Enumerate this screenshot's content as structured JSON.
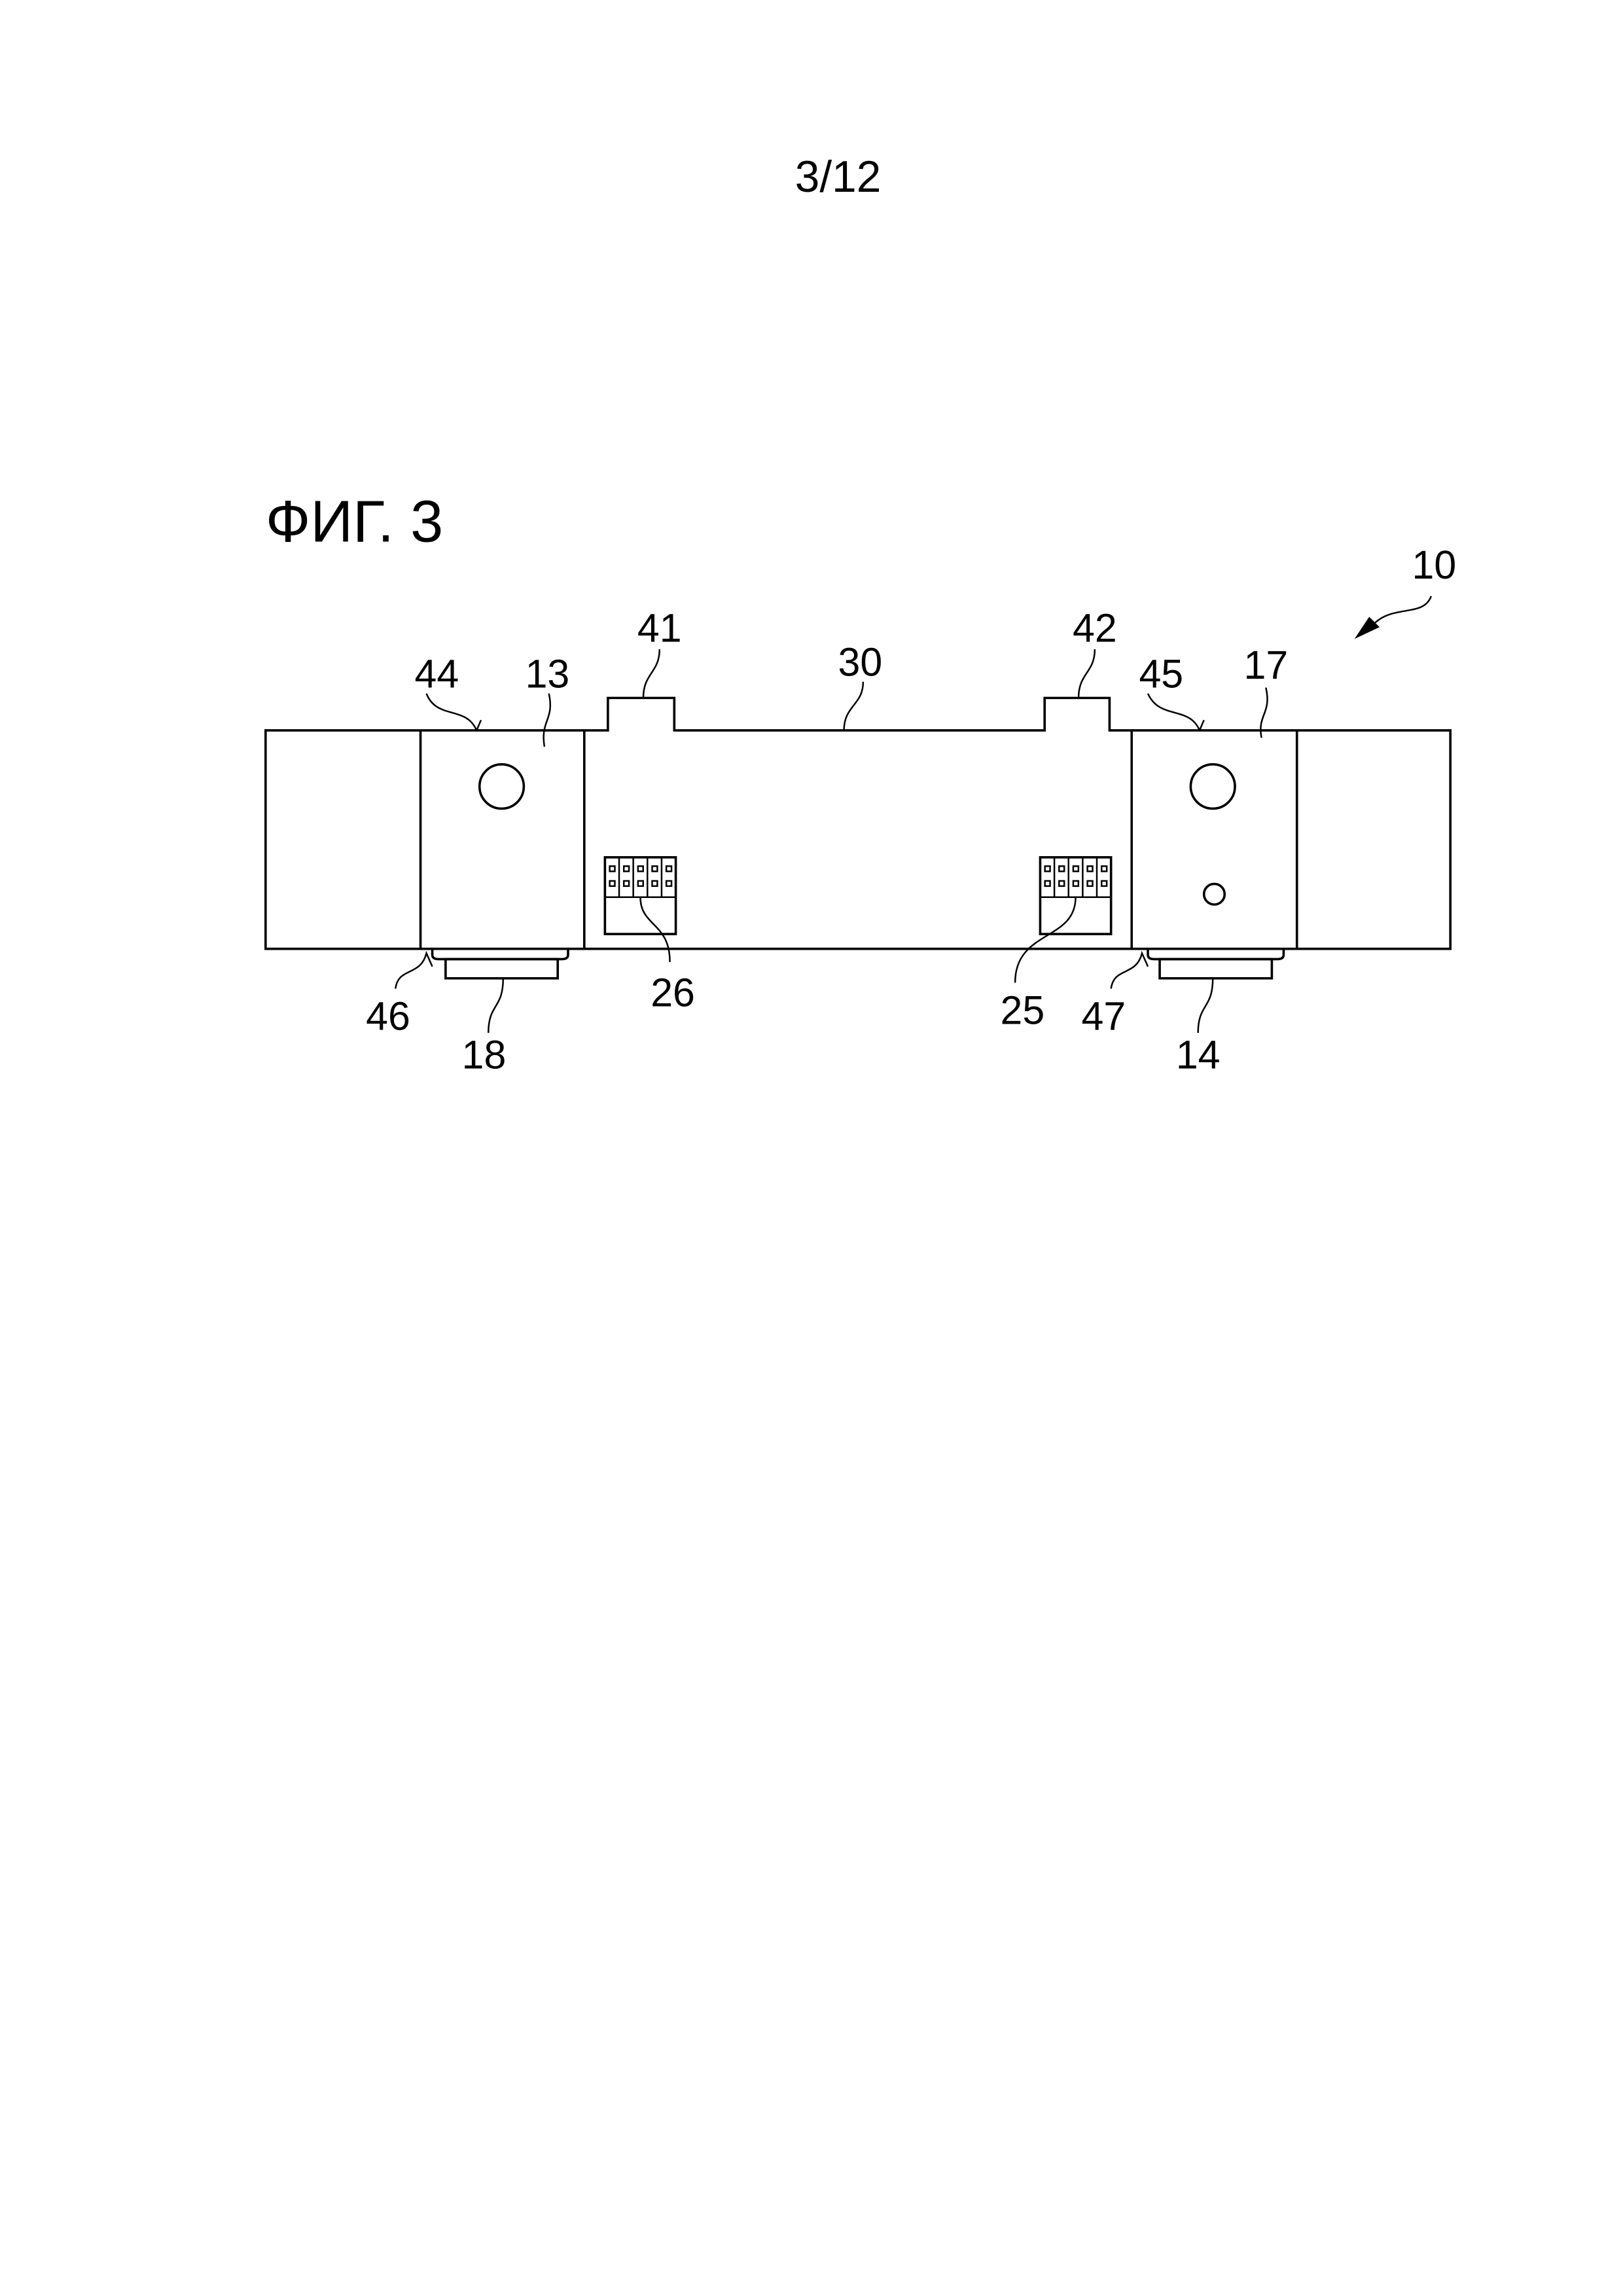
{
  "page_number": "3/12",
  "figure_title": "ФИГ. 3",
  "labels": {
    "assembly": "10",
    "module_left": "13",
    "connector_right": "14",
    "module_right": "17",
    "connector_left": "18",
    "terminal_right": "25",
    "terminal_left": "26",
    "housing": "30",
    "tab_left": "41",
    "tab_right": "42",
    "edge_top_left": "44",
    "edge_top_right": "45",
    "edge_bottom_left": "46",
    "edge_bottom_right": "47"
  }
}
